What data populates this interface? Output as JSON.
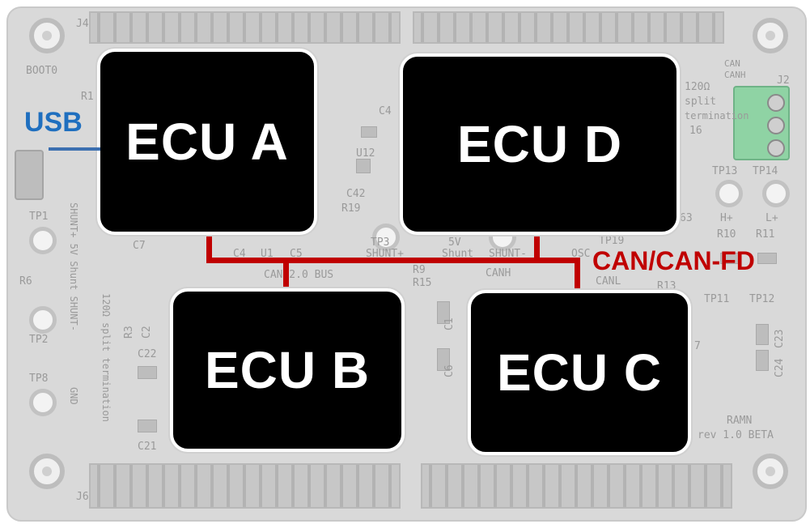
{
  "ecus": {
    "a": "ECU A",
    "b": "ECU B",
    "c": "ECU C",
    "d": "ECU D"
  },
  "labels": {
    "usb": "USB",
    "bus": "CAN/CAN-FD"
  },
  "silkscreen": {
    "boot": "BOOT0",
    "r1": "R1",
    "j4": "J4",
    "j2": "J2",
    "can_canh": "CAN",
    "canh2": "CANH",
    "split_1": "120Ω",
    "split_2": "split",
    "split_3": "termination",
    "r16": "16",
    "tp13": "TP13",
    "tp14": "TP14",
    "hplus": "H+",
    "lplus": "L+",
    "r10": "R10",
    "r11": "R11",
    "r13": "R13",
    "tp11": "TP11",
    "tp12": "TP12",
    "c23": "C23",
    "c24": "C24",
    "ramn": "RAMN",
    "rev": "rev 1.0 BETA",
    "c4a": "C4",
    "u12": "U12",
    "c42": "C42",
    "r19": "R19",
    "c7": "C7",
    "c4b": "C4",
    "u1": "U1",
    "c5": "C5",
    "tp3": "TP3",
    "shuntp": "SHUNT+",
    "v5": "5V",
    "shunt": "Shunt",
    "shuntm": "SHUNT-",
    "osc": "OSC",
    "tp19": "TP19",
    "r9": "R9",
    "r15": "R15",
    "canh": "CANH",
    "can_bus": "CAN 2.0 BUS",
    "canl": "CANL",
    "r3": "R3",
    "c2": "C2",
    "c22": "C22",
    "c21": "C21",
    "c1": "C1",
    "c6": "C6",
    "tp1": "TP1",
    "r6": "R6",
    "tp2": "TP2",
    "tp8": "TP8",
    "side_a": "SHUNT+  5V  Shunt  SHUNT-",
    "side_b": "120Ω split termination",
    "gnd": "GND",
    "j6": "J6",
    "ph63": "63",
    "d7": "7"
  },
  "colors": {
    "bus": "#c00000",
    "usb": "#1f6fbf",
    "ecu_fill": "#000000",
    "board": "#d9d9d9"
  }
}
